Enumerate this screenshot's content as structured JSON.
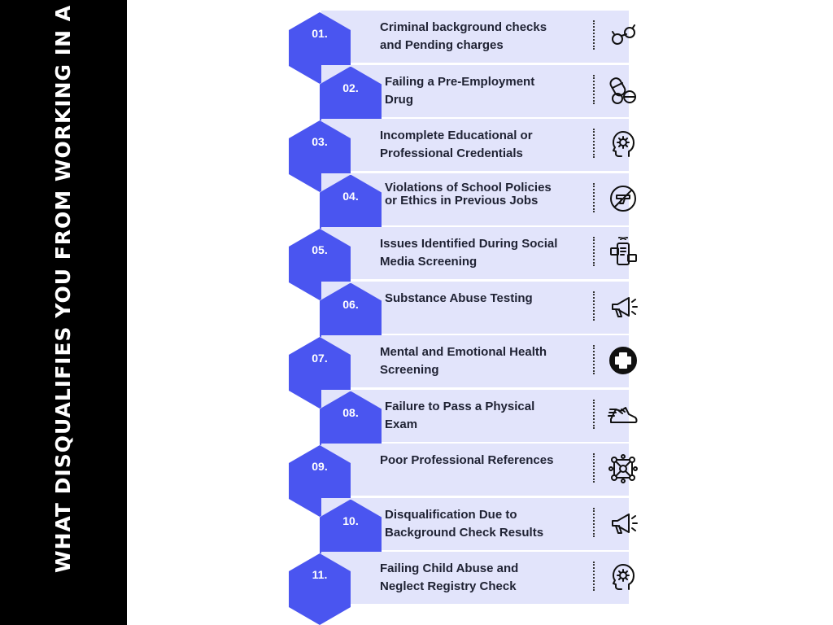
{
  "title": "WHAT DISQUALIFIES YOU FROM WORKING IN A SCHOOL?",
  "accent_color": "#4a55f0",
  "row_bg_color": "#e2e4fb",
  "items": [
    {
      "num": "01.",
      "label": "Criminal background checks and Pending charges",
      "icon": "handcuffs-icon"
    },
    {
      "num": "02.",
      "label": "Failing a Pre-Employment Drug",
      "icon": "pills-icon"
    },
    {
      "num": "03.",
      "label": "Incomplete Educational or Professional Credentials",
      "icon": "head-gear-icon"
    },
    {
      "num": "04.",
      "label": "Violations of School Policies or Ethics in Previous Jobs",
      "icon": "no-weapons-icon"
    },
    {
      "num": "05.",
      "label": "Issues Identified During Social Media Screening",
      "icon": "social-media-icon"
    },
    {
      "num": "06.",
      "label": "Substance Abuse Testing",
      "icon": "megaphone-icon"
    },
    {
      "num": "07.",
      "label": "Mental and Emotional Health Screening",
      "icon": "medical-cross-icon"
    },
    {
      "num": "08.",
      "label": "Failure to Pass a Physical Exam",
      "icon": "running-shoe-icon"
    },
    {
      "num": "09.",
      "label": "Poor Professional References",
      "icon": "network-icon"
    },
    {
      "num": "10.",
      "label": "Disqualification Due to Background Check Results",
      "icon": "megaphone-icon"
    },
    {
      "num": "11.",
      "label": "Failing Child Abuse and Neglect Registry Check",
      "icon": "head-gear-icon"
    }
  ]
}
